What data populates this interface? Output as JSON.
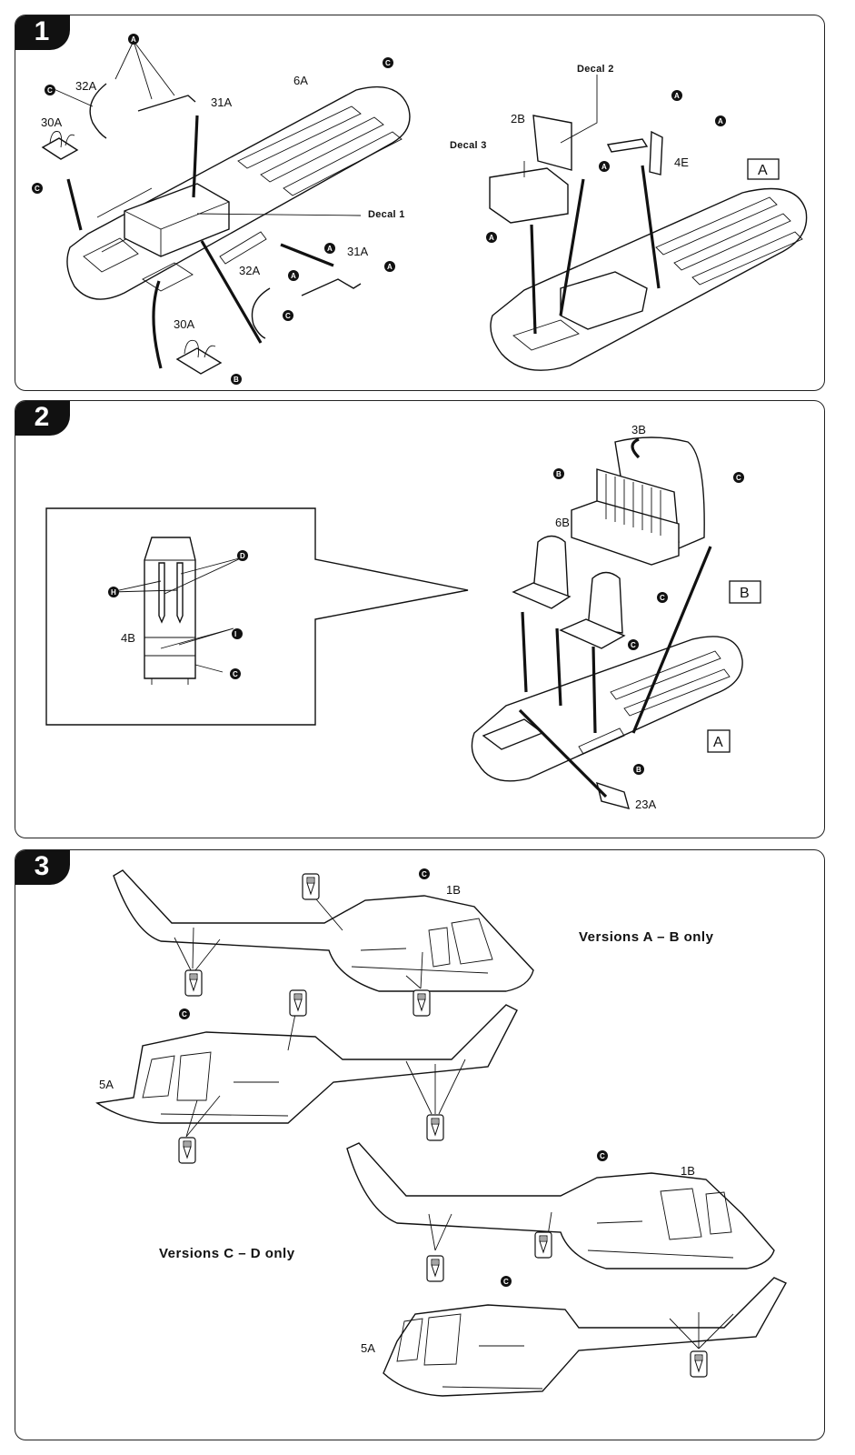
{
  "steps": [
    {
      "number": "1",
      "labels": {
        "p32a": "32A",
        "p6a": "6A",
        "p31a": "31A",
        "p30a": "30A",
        "decal1": "Decal 1",
        "p32a_b": "32A",
        "p31a_b": "31A",
        "p30a_b": "30A",
        "decal2": "Decal 2",
        "p2b": "2B",
        "decal3": "Decal 3",
        "p4e": "4E"
      },
      "view_box": "A",
      "color_codes": [
        "A",
        "B",
        "C"
      ]
    },
    {
      "number": "2",
      "labels": {
        "p3b": "3B",
        "p6b": "6B",
        "p23a": "23A",
        "p4b": "4B"
      },
      "view_boxes": [
        "B",
        "A"
      ],
      "detail_color_codes": [
        "D",
        "H",
        "I",
        "C"
      ]
    },
    {
      "number": "3",
      "labels": {
        "p1b": "1B",
        "p5a": "5A",
        "p1b_2": "1B",
        "p5a_2": "5A"
      },
      "versions": {
        "ab": "Versions A – B only",
        "cd": "Versions C – D only"
      }
    }
  ],
  "colors": {
    "ink": "#111111",
    "paper": "#ffffff"
  },
  "icons": [
    "drill-hole-icon",
    "color-callout-icon",
    "assembly-arrow-icon"
  ]
}
